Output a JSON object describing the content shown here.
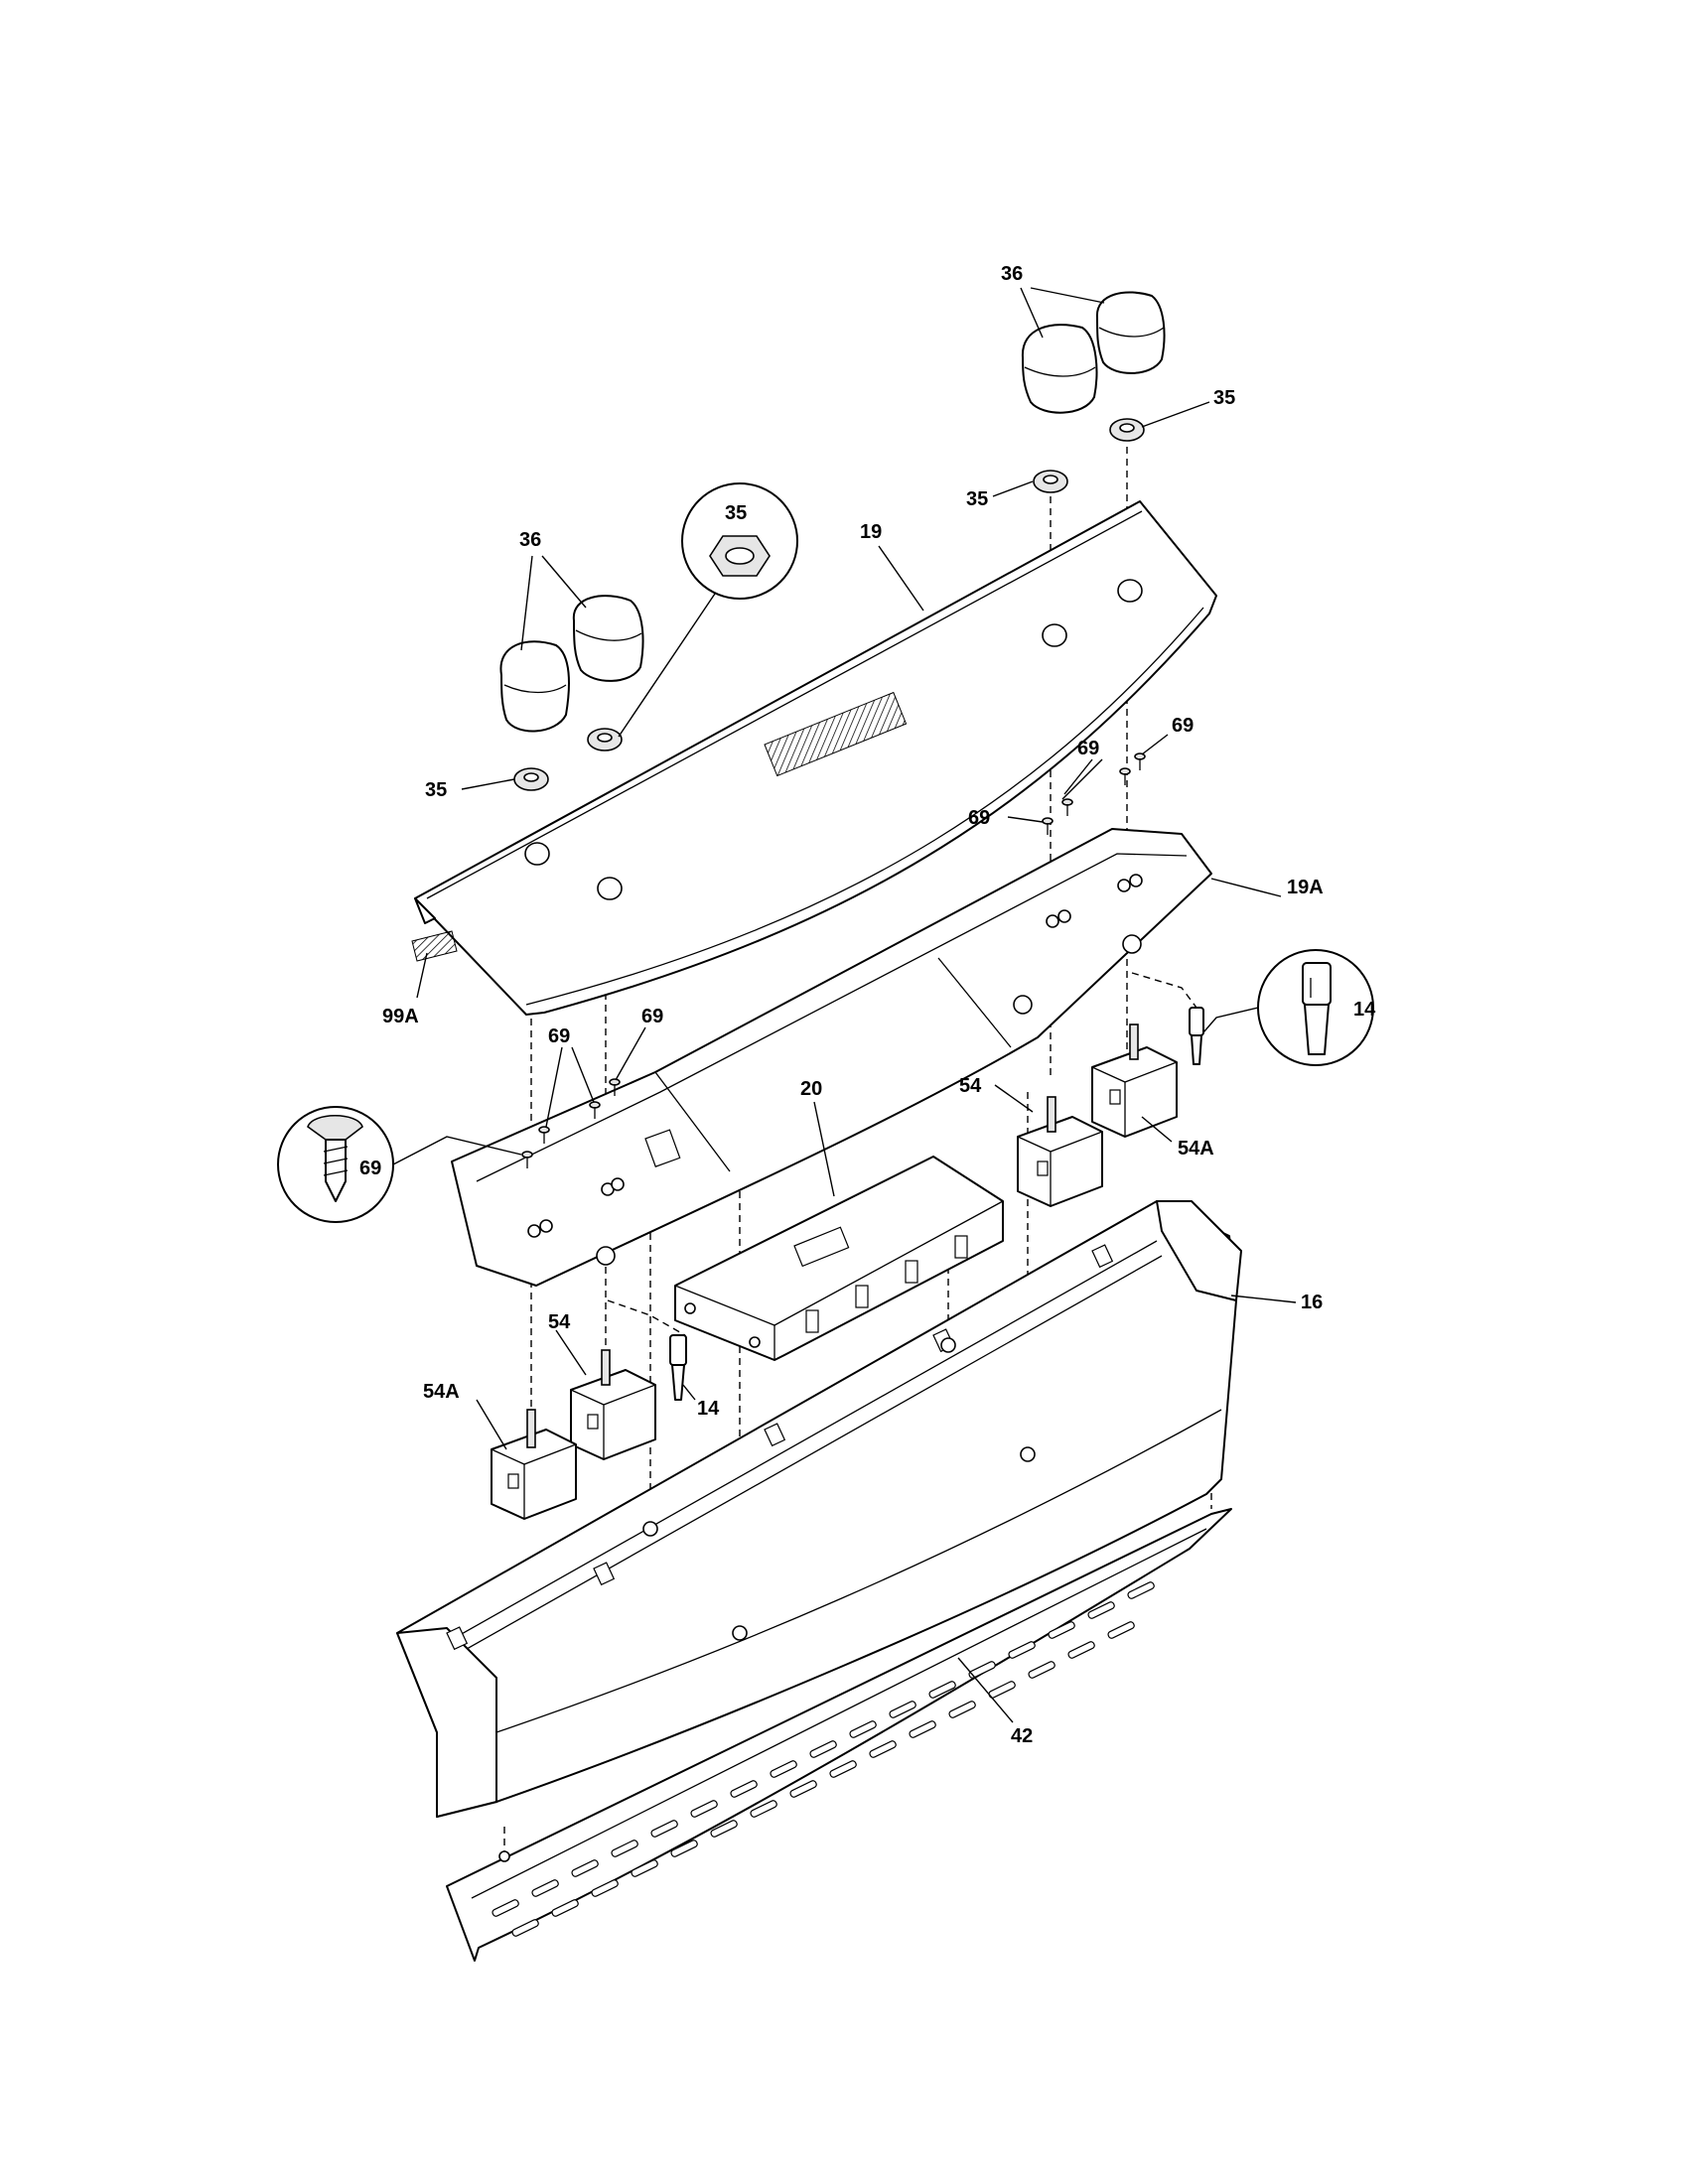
{
  "labels": {
    "knob_right_top": "36",
    "knob_left_top": "36",
    "nut_right_upper": "35",
    "nut_right_lower": "35",
    "nut_detail": "35",
    "nut_left_lower": "35",
    "console_panel": "19",
    "screw_right_a": "69",
    "screw_right_b": "69",
    "screw_right_c": "69",
    "control_bracket": "19A",
    "ribbon_cable": "99A",
    "screw_left_a": "69",
    "screw_left_b": "69",
    "screw_detail": "69",
    "lamp_detail": "14",
    "clock_board": "20",
    "switch_right": "54",
    "switch_right_a": "54A",
    "backguard": "16",
    "switch_left": "54",
    "lamp_left": "14",
    "switch_left_a": "54A",
    "vent_trim": "42"
  }
}
